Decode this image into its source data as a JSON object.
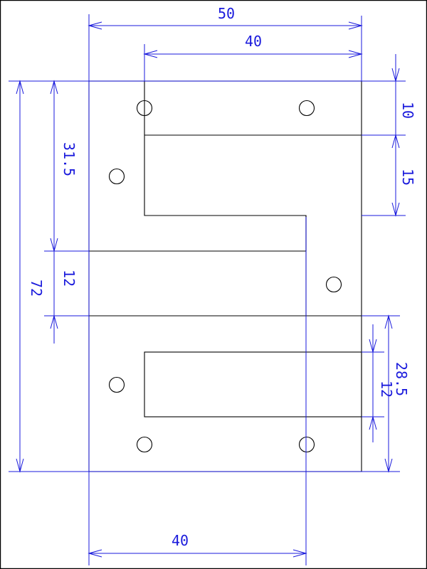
{
  "drawing": {
    "dimensions": {
      "overall_width": "50",
      "top_opening_width": "40",
      "bottom_width": "40",
      "overall_height": "72",
      "upper_section_height": "31.5",
      "middle_bar_height": "12",
      "top_band": "10",
      "upper_opening_height": "15",
      "lower_section_height": "28.5",
      "lower_opening_height": "12"
    },
    "colors": {
      "outline": "#000000",
      "dimension": "#1a1adc"
    }
  }
}
